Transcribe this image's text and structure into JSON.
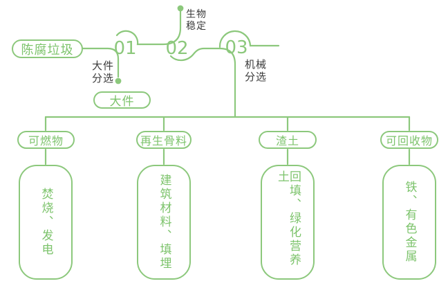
{
  "colors": {
    "line_green": "#8cc87c",
    "text_green": "#7cc36b",
    "label_dark": "#3b3b3b",
    "background": "#ffffff"
  },
  "flow": {
    "source": "陈腐垃圾",
    "steps": [
      {
        "num": "01",
        "process": "大件分选",
        "output": "大件"
      },
      {
        "num": "02",
        "process": "生物稳定"
      },
      {
        "num": "03",
        "process": "机械分选"
      }
    ]
  },
  "branches": [
    {
      "category": "可燃物",
      "detail": "焚烧、发电"
    },
    {
      "category": "再生骨料",
      "detail": "建筑材料、填埋"
    },
    {
      "category": "渣土",
      "detail": "回填、绿化营养土"
    },
    {
      "category": "可回收物",
      "detail": "铁、有色金属"
    }
  ]
}
